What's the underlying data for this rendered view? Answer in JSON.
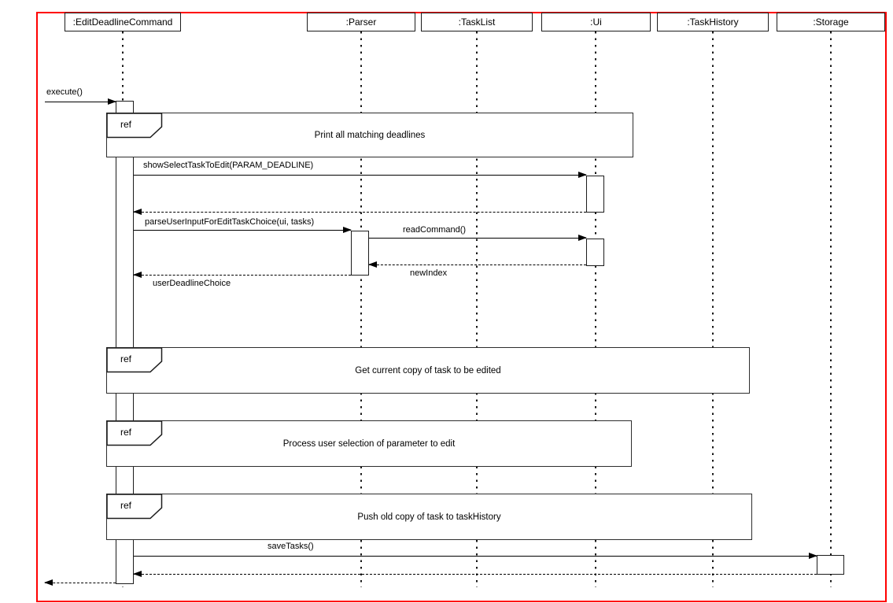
{
  "diagram": {
    "type": "uml-sequence-diagram",
    "participants": [
      {
        "name": ":EditDeadlineCommand"
      },
      {
        "name": ":Parser"
      },
      {
        "name": ":TaskList"
      },
      {
        "name": ":Ui"
      },
      {
        "name": ":TaskHistory"
      },
      {
        "name": ":Storage"
      }
    ],
    "fragments": [
      {
        "operator": "ref",
        "label": "Print all matching deadlines"
      },
      {
        "operator": "ref",
        "label": "Get current copy of task to be edited"
      },
      {
        "operator": "ref",
        "label": "Process user selection of parameter to edit"
      },
      {
        "operator": "ref",
        "label": "Push old copy of task to taskHistory"
      }
    ],
    "messages": [
      {
        "label": "execute()",
        "kind": "call",
        "from": "caller",
        "to": ":EditDeadlineCommand"
      },
      {
        "label": "showSelectTaskToEdit(PARAM_DEADLINE)",
        "kind": "call",
        "from": ":EditDeadlineCommand",
        "to": ":Ui"
      },
      {
        "label": "parseUserInputForEditTaskChoice(ui, tasks)",
        "kind": "call",
        "from": ":EditDeadlineCommand",
        "to": ":Parser"
      },
      {
        "label": "readCommand()",
        "kind": "call",
        "from": ":Parser",
        "to": ":Ui"
      },
      {
        "label": "newIndex",
        "kind": "return",
        "from": ":Ui",
        "to": ":Parser"
      },
      {
        "label": "userDeadlineChoice",
        "kind": "return",
        "from": ":Parser",
        "to": ":EditDeadlineCommand"
      },
      {
        "label": "saveTasks()",
        "kind": "call",
        "from": ":EditDeadlineCommand",
        "to": ":Storage"
      }
    ],
    "colors": {
      "page_border": "#ff0000",
      "stroke": "#000000",
      "background": "#ffffff"
    }
  }
}
